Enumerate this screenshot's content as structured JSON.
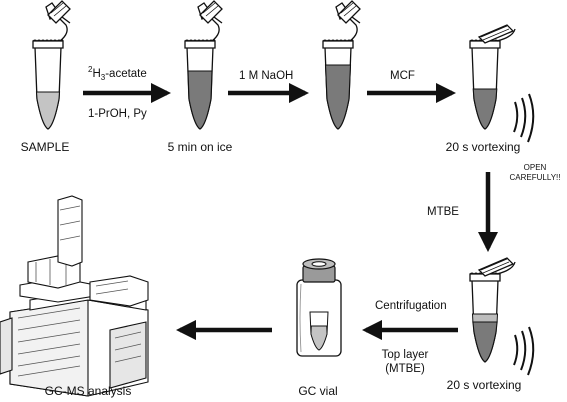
{
  "steps": {
    "sample": "SAMPLE",
    "ice": "5 min on ice",
    "vortex1": "20 s vortexing",
    "vortex2": "20 s vortexing",
    "gc_vial": "GC vial",
    "gcms": "GC-MS analysis"
  },
  "reagents": {
    "acetate_sup": "2",
    "acetate_h": "H",
    "acetate_sub": "3",
    "acetate_rest": "-acetate",
    "propanol": "1-PrOH, Py",
    "naoh": "1 M NaOH",
    "mcf": "MCF",
    "mtbe": "MTBE",
    "centrifugation": "Centrifugation",
    "top_layer_line1": "Top layer",
    "top_layer_line2": "(MTBE)"
  },
  "warning": {
    "line1": "OPEN",
    "line2": "CAREFULLY!!"
  }
}
